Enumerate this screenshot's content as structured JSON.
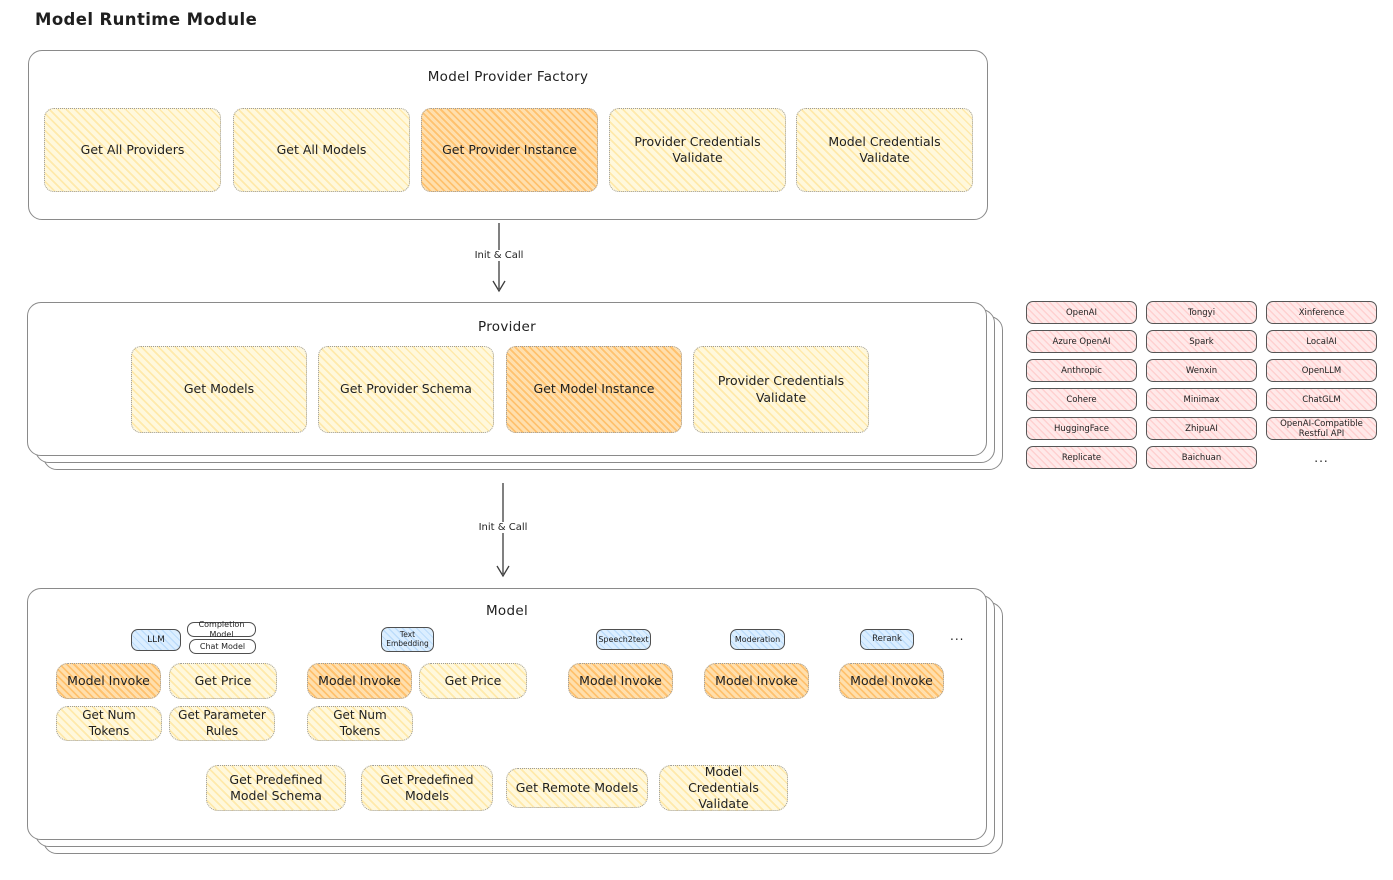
{
  "title": "Model Runtime Module",
  "factory": {
    "title": "Model Provider Factory",
    "boxes": [
      "Get All Providers",
      "Get All Models",
      "Get Provider Instance",
      "Provider Credentials Validate",
      "Model Credentials Validate"
    ]
  },
  "arrow1_label": "Init & Call",
  "arrow2_label": "Init & Call",
  "provider": {
    "title": "Provider",
    "boxes": [
      "Get Models",
      "Get Provider Schema",
      "Get Model Instance",
      "Provider Credentials Validate"
    ]
  },
  "providers_grid": {
    "items": [
      "OpenAI",
      "Tongyi",
      "Xinference",
      "Azure OpenAI",
      "Spark",
      "LocalAI",
      "Anthropic",
      "Wenxin",
      "OpenLLM",
      "Cohere",
      "Minimax",
      "ChatGLM",
      "HuggingFace",
      "ZhipuAI",
      "OpenAI-Compatible Restful API",
      "Replicate",
      "Baichuan"
    ],
    "ellipsis": "..."
  },
  "model": {
    "title": "Model",
    "tags": {
      "llm": "LLM",
      "completion_model": "Completion Model",
      "chat_model": "Chat Model",
      "text_embedding": "Text Embedding",
      "speech2text": "Speech2text",
      "moderation": "Moderation",
      "rerank": "Rerank",
      "ellipsis": "..."
    },
    "row1": [
      "Model Invoke",
      "Get Price",
      "Model Invoke",
      "Get Price",
      "Model Invoke",
      "Model Invoke",
      "Model Invoke"
    ],
    "row2": [
      "Get Num Tokens",
      "Get Parameter Rules",
      "Get Num Tokens"
    ],
    "row3": [
      "Get Predefined Model Schema",
      "Get Predefined Models",
      "Get Remote Models",
      "Model Credentials Validate"
    ]
  },
  "colors": {
    "yellow": "#fff8dc",
    "orange": "#ffd9a0",
    "pink": "#ffe9e9",
    "blue": "#dbeeff",
    "border": "#8a8a8a",
    "ink": "#1f1f1f"
  }
}
